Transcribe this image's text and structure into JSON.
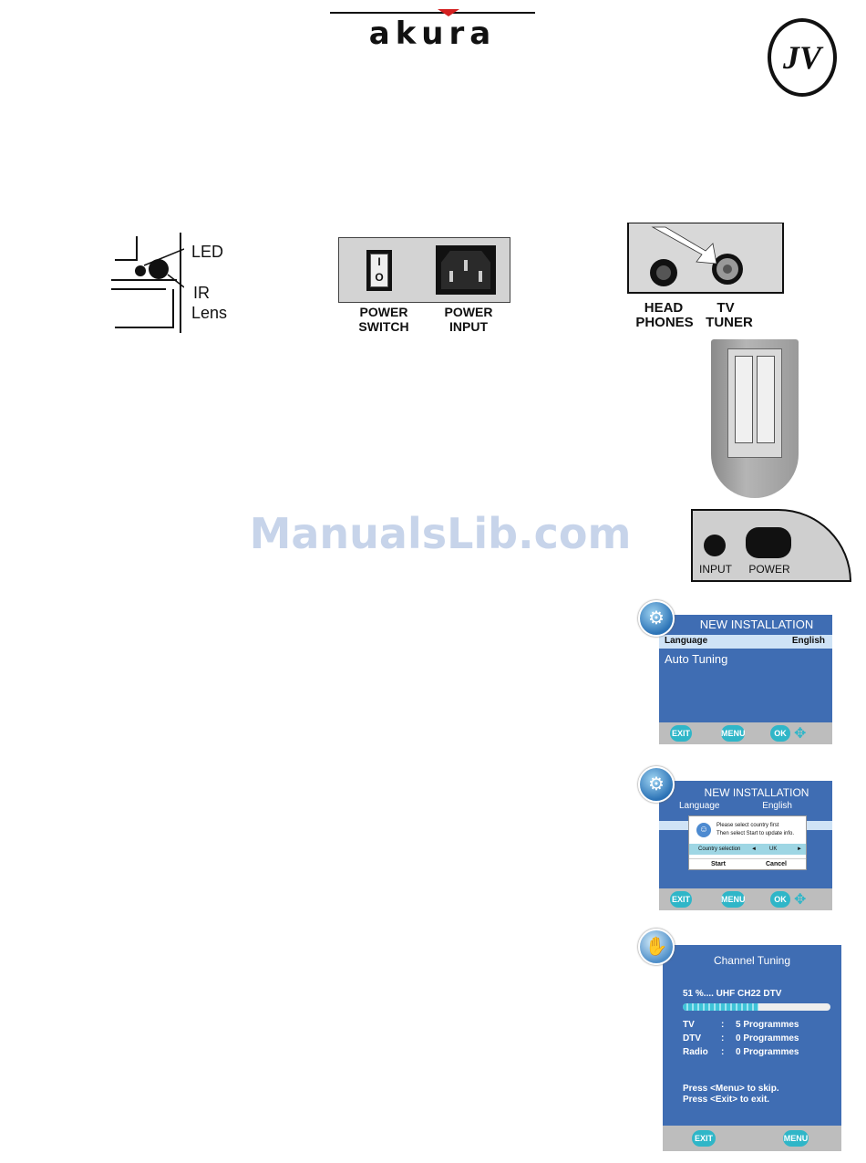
{
  "brand": {
    "logo": "akura",
    "badge": "JV"
  },
  "led_diagram": {
    "led": "LED",
    "ir": "IR",
    "lens": "Lens"
  },
  "power_panel": {
    "switch_on": "I",
    "switch_off": "O",
    "switch_label_1": "POWER",
    "switch_label_2": "SWITCH",
    "input_label_1": "POWER",
    "input_label_2": "INPUT"
  },
  "jacks": {
    "head_1": "HEAD",
    "head_2": "PHONES",
    "tv_1": "TV",
    "tv_2": "TUNER"
  },
  "side_panel": {
    "input": "INPUT",
    "power": "POWER"
  },
  "watermark": "ManualsLib.com",
  "screen1": {
    "title": "NEW INSTALLATION",
    "language_label": "Language",
    "language_value": "English",
    "item": "Auto Tuning",
    "btn_exit": "EXIT",
    "btn_menu": "MENU",
    "btn_ok": "OK"
  },
  "screen2": {
    "title": "NEW INSTALLATION",
    "language_label": "Language",
    "language_value": "English",
    "msg_1": "Please select country first",
    "msg_2": "Then select Start to update info.",
    "country_label": "Country selection",
    "country_value": "UK",
    "start": "Start",
    "cancel": "Cancel",
    "btn_exit": "EXIT",
    "btn_menu": "MENU",
    "btn_ok": "OK"
  },
  "screen3": {
    "title": "Channel Tuning",
    "status": "51 %.... UHF CH22 DTV",
    "progress": 0.51,
    "rows": [
      {
        "label": "TV",
        "sep": ":",
        "value": "5 Programmes"
      },
      {
        "label": "DTV",
        "sep": ":",
        "value": "0 Programmes"
      },
      {
        "label": "Radio",
        "sep": ":",
        "value": "0 Programmes"
      }
    ],
    "hint_1": "Press <Menu> to skip.",
    "hint_2": "Press <Exit> to exit.",
    "btn_exit": "EXIT",
    "btn_menu": "MENU"
  },
  "colors": {
    "osd_blue": "#3f6db3",
    "pill_cyan": "#2fb6c8",
    "accent_red": "#d42020"
  }
}
